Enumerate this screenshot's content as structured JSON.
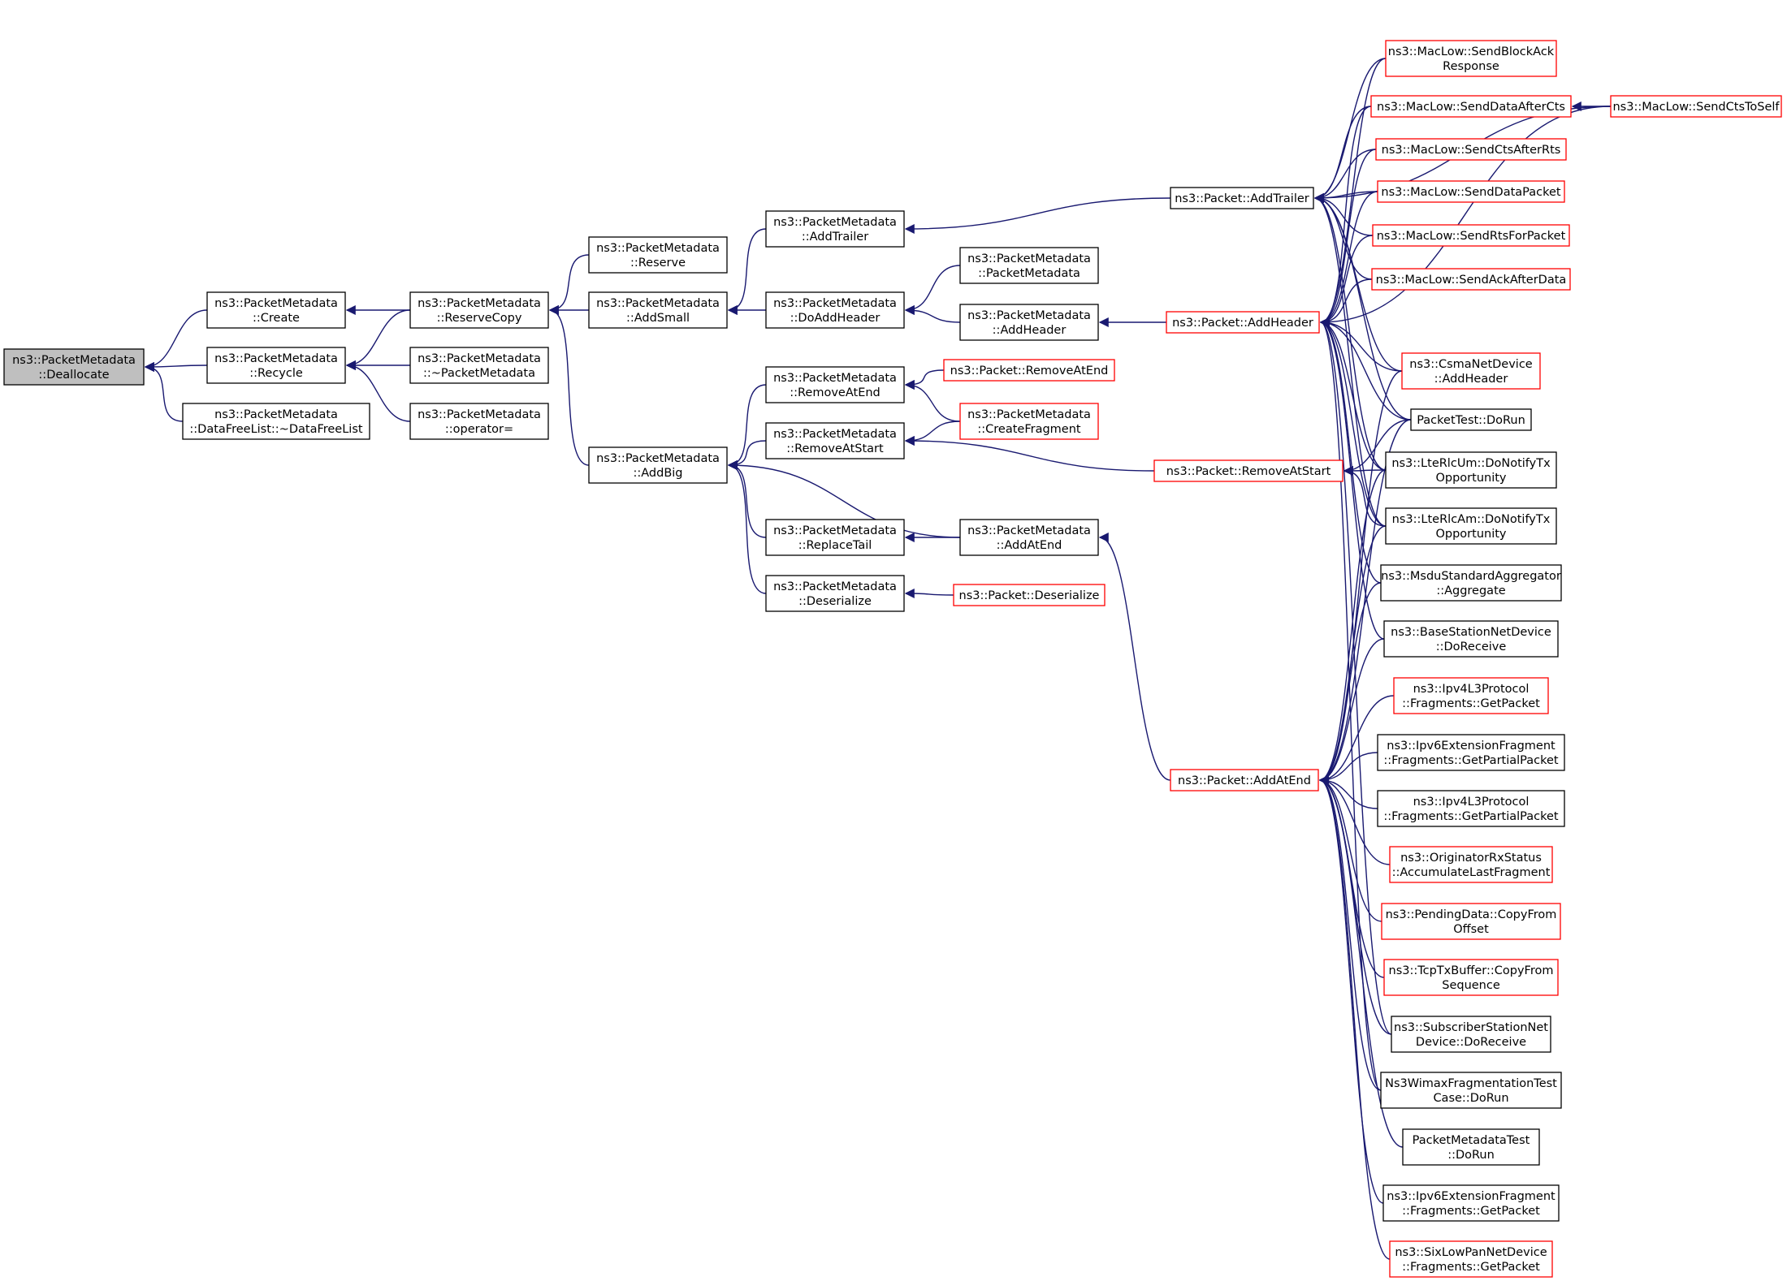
{
  "colors": {
    "edge": "#191970",
    "box_default": "#000000",
    "box_truncated": "#ff0000",
    "root_fill": "#bfbfbf"
  },
  "nodes": [
    {
      "id": "n0",
      "label": [
        "ns3::PacketMetadata",
        "::Deallocate"
      ],
      "border": "black",
      "root": true
    },
    {
      "id": "n1",
      "label": [
        "ns3::PacketMetadata",
        "::Create"
      ],
      "border": "black"
    },
    {
      "id": "n2",
      "label": [
        "ns3::PacketMetadata",
        "::Recycle"
      ],
      "border": "black"
    },
    {
      "id": "n3",
      "label": [
        "ns3::PacketMetadata",
        "::DataFreeList::~DataFreeList"
      ],
      "border": "black"
    },
    {
      "id": "n4",
      "label": [
        "ns3::PacketMetadata",
        "::ReserveCopy"
      ],
      "border": "black"
    },
    {
      "id": "n5",
      "label": [
        "ns3::PacketMetadata",
        "::~PacketMetadata"
      ],
      "border": "black"
    },
    {
      "id": "n6",
      "label": [
        "ns3::PacketMetadata",
        "::operator="
      ],
      "border": "black"
    },
    {
      "id": "n7",
      "label": [
        "ns3::PacketMetadata",
        "::Reserve"
      ],
      "border": "black"
    },
    {
      "id": "n8",
      "label": [
        "ns3::PacketMetadata",
        "::AddSmall"
      ],
      "border": "black"
    },
    {
      "id": "n9",
      "label": [
        "ns3::PacketMetadata",
        "::AddBig"
      ],
      "border": "black"
    },
    {
      "id": "n10",
      "label": [
        "ns3::PacketMetadata",
        "::AddTrailer"
      ],
      "border": "black"
    },
    {
      "id": "n11",
      "label": [
        "ns3::PacketMetadata",
        "::DoAddHeader"
      ],
      "border": "black"
    },
    {
      "id": "n12",
      "label": [
        "ns3::PacketMetadata",
        "::RemoveAtEnd"
      ],
      "border": "black"
    },
    {
      "id": "n13",
      "label": [
        "ns3::PacketMetadata",
        "::RemoveAtStart"
      ],
      "border": "black"
    },
    {
      "id": "n14",
      "label": [
        "ns3::PacketMetadata",
        "::ReplaceTail"
      ],
      "border": "black"
    },
    {
      "id": "n15",
      "label": [
        "ns3::PacketMetadata",
        "::Deserialize"
      ],
      "border": "black"
    },
    {
      "id": "n16",
      "label": [
        "ns3::PacketMetadata",
        "::PacketMetadata"
      ],
      "border": "black"
    },
    {
      "id": "n17",
      "label": [
        "ns3::PacketMetadata",
        "::AddHeader"
      ],
      "border": "black"
    },
    {
      "id": "n18",
      "label": [
        "ns3::Packet::RemoveAtEnd"
      ],
      "border": "red"
    },
    {
      "id": "n19",
      "label": [
        "ns3::PacketMetadata",
        "::CreateFragment"
      ],
      "border": "red"
    },
    {
      "id": "n20",
      "label": [
        "ns3::PacketMetadata",
        "::AddAtEnd"
      ],
      "border": "black"
    },
    {
      "id": "n21",
      "label": [
        "ns3::Packet::Deserialize"
      ],
      "border": "red"
    },
    {
      "id": "n22",
      "label": [
        "ns3::Packet::AddTrailer"
      ],
      "border": "black"
    },
    {
      "id": "n23",
      "label": [
        "ns3::Packet::AddHeader"
      ],
      "border": "red"
    },
    {
      "id": "n24",
      "label": [
        "ns3::Packet::RemoveAtStart"
      ],
      "border": "red"
    },
    {
      "id": "n25",
      "label": [
        "ns3::Packet::AddAtEnd"
      ],
      "border": "red"
    },
    {
      "id": "n26",
      "label": [
        "ns3::MacLow::SendBlockAck",
        "Response"
      ],
      "border": "red"
    },
    {
      "id": "n27",
      "label": [
        "ns3::MacLow::SendDataAfterCts"
      ],
      "border": "red"
    },
    {
      "id": "n28",
      "label": [
        "ns3::MacLow::SendCtsToSelf"
      ],
      "border": "red"
    },
    {
      "id": "n29",
      "label": [
        "ns3::MacLow::SendCtsAfterRts"
      ],
      "border": "red"
    },
    {
      "id": "n30",
      "label": [
        "ns3::MacLow::SendDataPacket"
      ],
      "border": "red"
    },
    {
      "id": "n31",
      "label": [
        "ns3::MacLow::SendRtsForPacket"
      ],
      "border": "red"
    },
    {
      "id": "n32",
      "label": [
        "ns3::MacLow::SendAckAfterData"
      ],
      "border": "red"
    },
    {
      "id": "n33",
      "label": [
        "ns3::CsmaNetDevice",
        "::AddHeader"
      ],
      "border": "red"
    },
    {
      "id": "n34",
      "label": [
        "PacketTest::DoRun"
      ],
      "border": "black"
    },
    {
      "id": "n35",
      "label": [
        "ns3::LteRlcUm::DoNotifyTx",
        "Opportunity"
      ],
      "border": "black"
    },
    {
      "id": "n36",
      "label": [
        "ns3::LteRlcAm::DoNotifyTx",
        "Opportunity"
      ],
      "border": "black"
    },
    {
      "id": "n37",
      "label": [
        "ns3::MsduStandardAggregator",
        "::Aggregate"
      ],
      "border": "black"
    },
    {
      "id": "n38",
      "label": [
        "ns3::BaseStationNetDevice",
        "::DoReceive"
      ],
      "border": "black"
    },
    {
      "id": "n39",
      "label": [
        "ns3::Ipv4L3Protocol",
        "::Fragments::GetPacket"
      ],
      "border": "red"
    },
    {
      "id": "n40",
      "label": [
        "ns3::Ipv6ExtensionFragment",
        "::Fragments::GetPartialPacket"
      ],
      "border": "black"
    },
    {
      "id": "n41",
      "label": [
        "ns3::Ipv4L3Protocol",
        "::Fragments::GetPartialPacket"
      ],
      "border": "black"
    },
    {
      "id": "n42",
      "label": [
        "ns3::OriginatorRxStatus",
        "::AccumulateLastFragment"
      ],
      "border": "red"
    },
    {
      "id": "n43",
      "label": [
        "ns3::PendingData::CopyFrom",
        "Offset"
      ],
      "border": "red"
    },
    {
      "id": "n44",
      "label": [
        "ns3::TcpTxBuffer::CopyFrom",
        "Sequence"
      ],
      "border": "red"
    },
    {
      "id": "n45",
      "label": [
        "ns3::SubscriberStationNet",
        "Device::DoReceive"
      ],
      "border": "black"
    },
    {
      "id": "n46",
      "label": [
        "Ns3WimaxFragmentationTest",
        "Case::DoRun"
      ],
      "border": "black"
    },
    {
      "id": "n47",
      "label": [
        "PacketMetadataTest",
        "::DoRun"
      ],
      "border": "black"
    },
    {
      "id": "n48",
      "label": [
        "ns3::Ipv6ExtensionFragment",
        "::Fragments::GetPacket"
      ],
      "border": "black"
    },
    {
      "id": "n49",
      "label": [
        "ns3::SixLowPanNetDevice",
        "::Fragments::GetPacket"
      ],
      "border": "red"
    }
  ],
  "edges": [
    [
      "n1",
      "n0"
    ],
    [
      "n2",
      "n0"
    ],
    [
      "n3",
      "n0"
    ],
    [
      "n4",
      "n1"
    ],
    [
      "n4",
      "n2"
    ],
    [
      "n5",
      "n2"
    ],
    [
      "n6",
      "n2"
    ],
    [
      "n7",
      "n4"
    ],
    [
      "n8",
      "n4"
    ],
    [
      "n9",
      "n4"
    ],
    [
      "n10",
      "n8"
    ],
    [
      "n11",
      "n8"
    ],
    [
      "n12",
      "n9"
    ],
    [
      "n13",
      "n9"
    ],
    [
      "n14",
      "n9"
    ],
    [
      "n15",
      "n9"
    ],
    [
      "n20",
      "n9"
    ],
    [
      "n16",
      "n11"
    ],
    [
      "n17",
      "n11"
    ],
    [
      "n18",
      "n12"
    ],
    [
      "n19",
      "n12"
    ],
    [
      "n19",
      "n13"
    ],
    [
      "n24",
      "n13"
    ],
    [
      "n20",
      "n14"
    ],
    [
      "n21",
      "n15"
    ],
    [
      "n22",
      "n10"
    ],
    [
      "n23",
      "n17"
    ],
    [
      "n25",
      "n20"
    ],
    [
      "n26",
      "n22"
    ],
    [
      "n27",
      "n22"
    ],
    [
      "n29",
      "n22"
    ],
    [
      "n30",
      "n22"
    ],
    [
      "n31",
      "n22"
    ],
    [
      "n32",
      "n22"
    ],
    [
      "n33",
      "n22"
    ],
    [
      "n34",
      "n22"
    ],
    [
      "n35",
      "n22"
    ],
    [
      "n36",
      "n22"
    ],
    [
      "n28",
      "n22"
    ],
    [
      "n28",
      "n27"
    ],
    [
      "n26",
      "n23"
    ],
    [
      "n27",
      "n23"
    ],
    [
      "n29",
      "n23"
    ],
    [
      "n30",
      "n23"
    ],
    [
      "n31",
      "n23"
    ],
    [
      "n32",
      "n23"
    ],
    [
      "n28",
      "n23"
    ],
    [
      "n33",
      "n23"
    ],
    [
      "n34",
      "n23"
    ],
    [
      "n35",
      "n23"
    ],
    [
      "n36",
      "n23"
    ],
    [
      "n37",
      "n23"
    ],
    [
      "n38",
      "n23"
    ],
    [
      "n45",
      "n23"
    ],
    [
      "n46",
      "n23"
    ],
    [
      "n34",
      "n24"
    ],
    [
      "n35",
      "n24"
    ],
    [
      "n36",
      "n24"
    ],
    [
      "n33",
      "n25"
    ],
    [
      "n34",
      "n25"
    ],
    [
      "n35",
      "n25"
    ],
    [
      "n36",
      "n25"
    ],
    [
      "n37",
      "n25"
    ],
    [
      "n38",
      "n25"
    ],
    [
      "n39",
      "n25"
    ],
    [
      "n40",
      "n25"
    ],
    [
      "n41",
      "n25"
    ],
    [
      "n42",
      "n25"
    ],
    [
      "n43",
      "n25"
    ],
    [
      "n44",
      "n25"
    ],
    [
      "n45",
      "n25"
    ],
    [
      "n46",
      "n25"
    ],
    [
      "n47",
      "n25"
    ],
    [
      "n48",
      "n25"
    ],
    [
      "n49",
      "n25"
    ]
  ]
}
